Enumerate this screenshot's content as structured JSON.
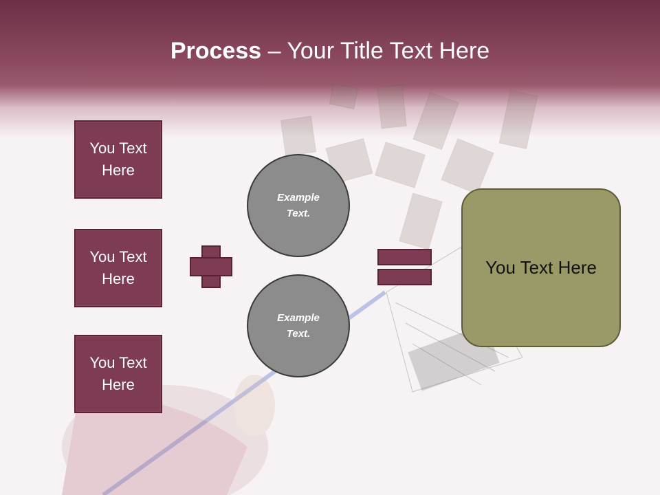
{
  "slide": {
    "title_bold": "Process",
    "title_rest": " – Your Title Text Here"
  },
  "inputs": [
    {
      "label": "You Text Here"
    },
    {
      "label": "You Text Here"
    },
    {
      "label": "You Text Here"
    }
  ],
  "operands": [
    {
      "label": "Example Text."
    },
    {
      "label": "Example Text."
    }
  ],
  "result": {
    "label": "You Text Here"
  },
  "colors": {
    "header": "#8c4a60",
    "box_fill": "#7d3b54",
    "circle_fill": "#8c8c8c",
    "result_fill": "#9a9a68",
    "background": "#f7f2f4"
  }
}
